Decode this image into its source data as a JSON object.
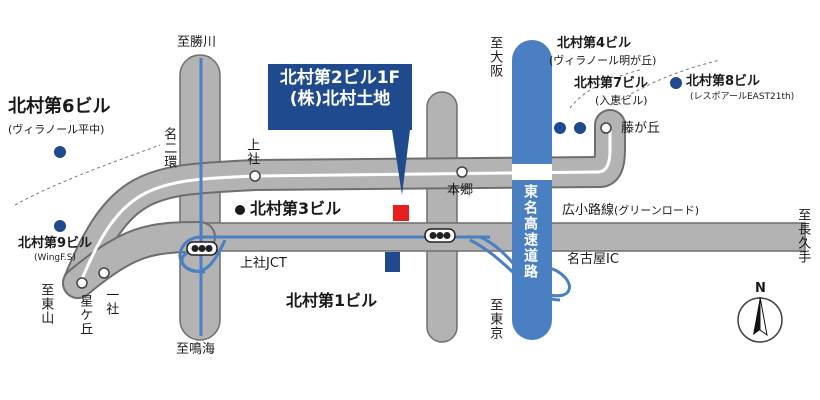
{
  "callout": {
    "line1": "北村第2ビル1F",
    "line2": "(株)北村土地"
  },
  "labels": {
    "to_katsukawa": "至勝川",
    "to_narumi": "至鳴海",
    "to_osaka": "至大阪",
    "to_tokyo": "至東京",
    "to_higashiyama": "至東山",
    "to_nagakute": "至長久手",
    "nagoya_2_kan": "名二環",
    "kamiyashiro": "上社",
    "kamiyashiro_jct": "上社JCT",
    "hongo": "本郷",
    "fujigaoka": "藤が丘",
    "hoshigaoka": "星ケ丘",
    "issha": "一社",
    "hirokoji": "広小路線",
    "hirokoji_sub": "(グリーンロード)",
    "nagoya_ic": "名古屋IC",
    "tomei": "東名高速道路",
    "north": "N"
  },
  "buildings": {
    "b6": {
      "name": "北村第6ビル",
      "sub": "(ヴィラノール平中)"
    },
    "b9": {
      "name": "北村第9ビル",
      "sub": "(WingF.S)"
    },
    "b3": {
      "name": "北村第3ビル"
    },
    "b1": {
      "name": "北村第1ビル"
    },
    "b4": {
      "name": "北村第4ビル",
      "sub": "(ヴィラノール明が丘)"
    },
    "b7": {
      "name": "北村第7ビル",
      "sub": "(入恵ビル)"
    },
    "b8": {
      "name": "北村第8ビル",
      "sub": "(レスポアールEAST21th)"
    }
  },
  "colors": {
    "road": "#b3b3b3",
    "road_edge": "#6e6e6e",
    "subway": "#ffffff",
    "expressway": "#4a7fc1",
    "navy": "#1f4b8e",
    "target": "#e61e1e"
  }
}
